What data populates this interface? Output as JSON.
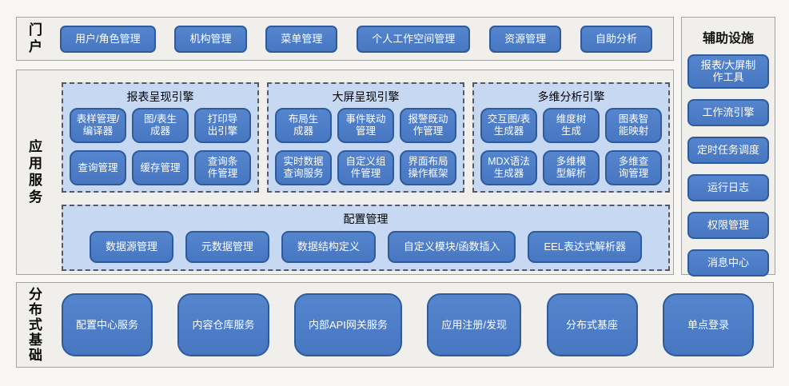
{
  "portal": {
    "label": "门户",
    "items": [
      "用户/角色管理",
      "机构管理",
      "菜单管理",
      "个人工作空间管理",
      "资源管理",
      "自助分析"
    ]
  },
  "app_services": {
    "label": "应用服务",
    "engines": [
      {
        "title": "报表呈现引擎",
        "items": [
          "表样管理/\n编译器",
          "图/表生\n成器",
          "打印导\n出引擎",
          "查询管理",
          "缓存管理",
          "查询条\n件管理"
        ]
      },
      {
        "title": "大屏呈现引擎",
        "items": [
          "布局生\n成器",
          "事件联动\n管理",
          "报警既动\n作管理",
          "实时数据\n查询服务",
          "自定义组\n件管理",
          "界面布局\n操作框架"
        ]
      },
      {
        "title": "多维分析引擎",
        "items": [
          "交互图/表\n生成器",
          "维度树\n生成",
          "图表智\n能映射",
          "MDX语法\n生成器",
          "多维模\n型解析",
          "多维查\n询管理"
        ]
      }
    ],
    "config": {
      "title": "配置管理",
      "items": [
        "数据源管理",
        "元数据管理",
        "数据结构定义",
        "自定义模块/函数插入",
        "EEL表达式解析器"
      ]
    }
  },
  "auxiliary": {
    "title": "辅助设施",
    "items": [
      "报表/大屏制\n作工具",
      "工作流引擎",
      "定时任务调度",
      "运行日志",
      "权限管理",
      "消息中心"
    ]
  },
  "foundation": {
    "label": "分布式基础",
    "items": [
      "配置中心服务",
      "内容仓库服务",
      "内部API网关服务",
      "应用注册/发现",
      "分布式基座",
      "单点登录"
    ]
  },
  "colors": {
    "button_blue": "#4a7ac3",
    "button_border": "#2f5b9b",
    "group_fill": "#c7d8f2",
    "group_border": "#565a60",
    "section_fill": "#f0efec",
    "section_border": "#a3a3a3"
  }
}
